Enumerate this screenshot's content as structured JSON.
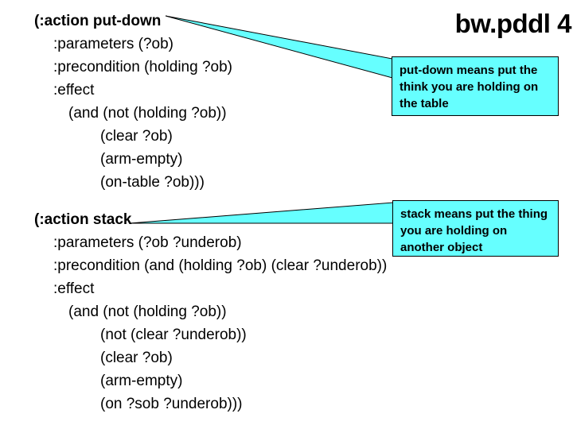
{
  "slide": {
    "title": "bw.pddl 4",
    "background_color": "#ffffff",
    "callout_fill_color": "#66ffff",
    "callout_border_color": "#000000",
    "text_color": "#000000"
  },
  "put_down_action": {
    "lines": [
      "(:action put-down",
      ":parameters (?ob)",
      ":precondition (holding ?ob)",
      ":effect",
      "(and (not (holding ?ob))",
      "(clear ?ob)",
      "(arm-empty)",
      "(on-table ?ob)))"
    ]
  },
  "stack_action": {
    "lines": [
      "(:action stack",
      ":parameters (?ob ?underob)",
      ":precondition (and (holding ?ob) (clear ?underob))",
      ":effect",
      "(and (not (holding ?ob))",
      "(not (clear ?underob))",
      "(clear ?ob)",
      "(arm-empty)",
      "(on ?sob ?underob)))"
    ]
  },
  "callouts": {
    "put_down": {
      "text": "put-down means put the think you are holding on the table"
    },
    "stack": {
      "text": "stack means put the thing you are holding on another object"
    }
  }
}
